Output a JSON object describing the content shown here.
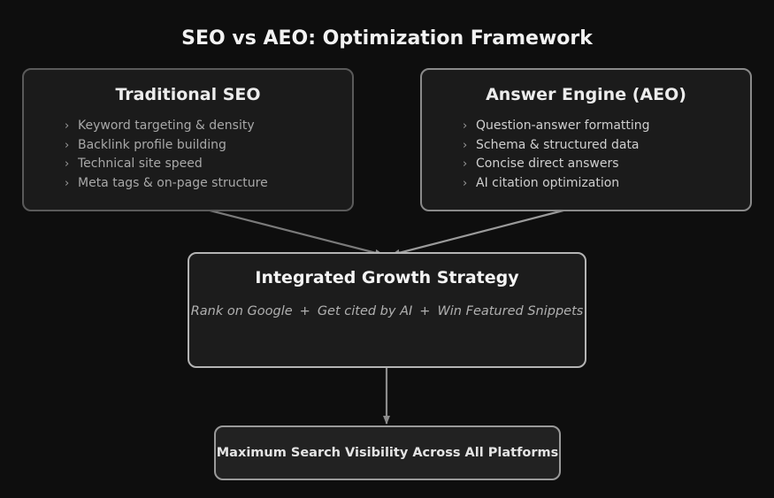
{
  "title": "SEO vs AEO: Optimization Framework",
  "traditional_seo": {
    "title": "Traditional SEO",
    "bullet_icon": "chevron-right-icon",
    "items": [
      "Keyword targeting & density",
      "Backlink profile building",
      "Technical site speed",
      "Meta tags & on-page structure"
    ]
  },
  "answer_engine": {
    "title": "Answer Engine (AEO)",
    "bullet_icon": "chevron-right-icon",
    "items": [
      "Question-answer formatting",
      "Schema & structured data",
      "Concise direct answers",
      "AI citation optimization"
    ]
  },
  "integrated": {
    "title": "Integrated Growth Strategy",
    "strategies": [
      "Rank on Google",
      "Get cited by AI",
      "Win Featured Snippets"
    ],
    "separator": "+"
  },
  "result": {
    "label": "Maximum Search Visibility Across All Platforms"
  },
  "colors": {
    "background": "#0e0e0e",
    "box_fill": "#1b1b1b",
    "seo_border": "#5a5a5a",
    "aeo_border": "#8a8a8a",
    "integrated_border": "#b4b4b4",
    "arrow": "#8c8c8c"
  }
}
